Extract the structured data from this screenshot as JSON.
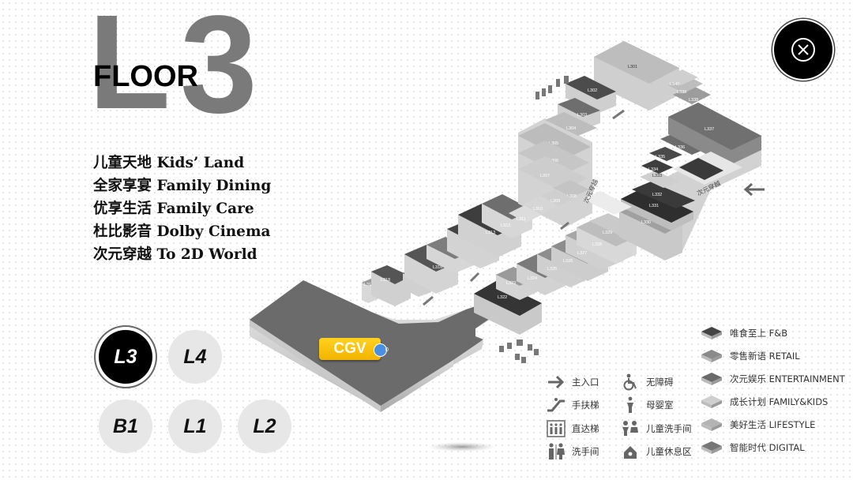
{
  "header": {
    "letter": "L",
    "number": "3",
    "floor_word": "FLOOR"
  },
  "themes": [
    "儿童天地 Kids’ Land",
    "全家享宴 Family Dining",
    "优享生活 Family Care",
    "杜比影音 Dolby Cinema",
    "次元穿越 To 2D World"
  ],
  "floors": {
    "current": "L3",
    "buttons": [
      "L3",
      "L4",
      "B1",
      "L1",
      "L2"
    ]
  },
  "map": {
    "anchor_tenant": "CGV",
    "anchor_unit_suffix": "0",
    "street_labels": [
      "次元穿越",
      "次元穿越"
    ],
    "units": [
      "L301",
      "L302",
      "L303",
      "L304",
      "L305",
      "L306",
      "L307",
      "L308",
      "L309",
      "L310",
      "L311",
      "L312",
      "L313",
      "L314",
      "L315",
      "L316",
      "L317",
      "L318",
      "L319",
      "L322",
      "L323",
      "L324",
      "L325",
      "L326",
      "L327",
      "L328",
      "L329",
      "L330",
      "L331",
      "L332",
      "L333",
      "L334",
      "L335",
      "L336",
      "L337",
      "L338",
      "L339",
      "L340"
    ]
  },
  "facility_legend": [
    {
      "icon": "entrance-arrow-icon",
      "label": "主入口"
    },
    {
      "icon": "wheelchair-icon",
      "label": "无障碍"
    },
    {
      "icon": "escalator-icon",
      "label": "手扶梯"
    },
    {
      "icon": "nursery-icon",
      "label": "母婴室"
    },
    {
      "icon": "elevator-icon",
      "label": "直达梯"
    },
    {
      "icon": "kids-restroom-icon",
      "label": "儿童洗手间"
    },
    {
      "icon": "restroom-icon",
      "label": "洗手间"
    },
    {
      "icon": "kids-lounge-icon",
      "label": "儿童休息区"
    }
  ],
  "category_legend": [
    {
      "label": "唯食至上 F&B",
      "color": "#444444"
    },
    {
      "label": "零售新语 RETAIL",
      "color": "#8a8a8a"
    },
    {
      "label": "次元娱乐 ENTERTAINMENT",
      "color": "#6a6a6a"
    },
    {
      "label": "成长计划 FAMILY&KIDS",
      "color": "#cfcfcf"
    },
    {
      "label": "美好生活 LIFESTYLE",
      "color": "#b4b4b4"
    },
    {
      "label": "智能时代 DIGITAL",
      "color": "#777777"
    }
  ]
}
